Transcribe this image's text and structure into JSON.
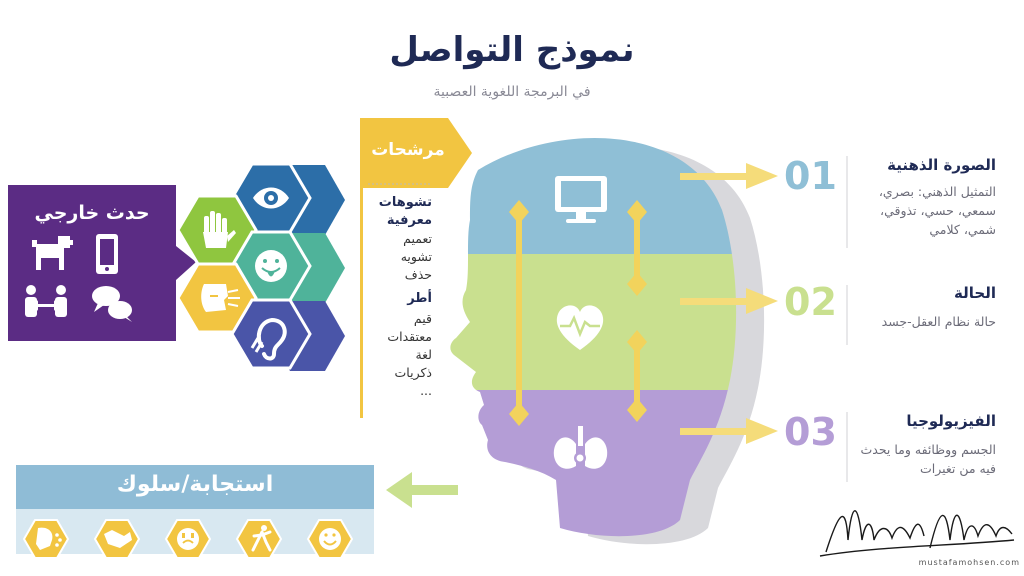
{
  "header": {
    "title": "نموذج التواصل",
    "subtitle": "في البرمجة اللغوية العصبية"
  },
  "external_event": {
    "title": "حدث خارجي"
  },
  "filters": {
    "title": "مرشحات",
    "groups": [
      {
        "heading": "تشوهات معرفية",
        "items": [
          "تعميم",
          "تشويه",
          "حذف"
        ]
      },
      {
        "heading": "أطر",
        "items": [
          "قيم",
          "معتقدات",
          "لغة",
          "ذكريات",
          "..."
        ]
      }
    ]
  },
  "outputs": [
    {
      "number": "01",
      "title": "الصورة الذهنية",
      "description": "التمثيل الذهني: بصري، سمعي، حسي، تذوقي، شمي، كلامي",
      "color": "#8fbfd6"
    },
    {
      "number": "02",
      "title": "الحالة",
      "description": "حالة نظام العقل-جسد",
      "color": "#c9e08f"
    },
    {
      "number": "03",
      "title": "الفيزيولوجيا",
      "description": "الجسم ووظائفه وما يحدث فيه من تغيرات",
      "color": "#b49dd6"
    }
  ],
  "response": {
    "title": "استجابة/سلوك"
  },
  "signature": {
    "name": "Mustafa Mohsen",
    "site": "mustafamohsen.com"
  },
  "colors": {
    "navy": "#1f2a55",
    "blue": "#8fbfd6",
    "green": "#c9e08f",
    "purple_band": "#b49dd6",
    "purple_box": "#5b2c84",
    "yellow": "#f2c541",
    "arrow_yellow": "#f5dc7a",
    "teal": "#4fb39a",
    "hex_blue": "#2c6ea8",
    "hex_indigo": "#4a55a8",
    "hex_green": "#8fc63f",
    "resp_blue": "#8fbcd6",
    "shadow": "#d8d8dc"
  },
  "icons": {
    "external_event": [
      "dog-icon",
      "phone-icon",
      "people-icon",
      "chat-icon"
    ],
    "senses": [
      "eye-icon",
      "hand-icon",
      "taste-icon",
      "smell-icon",
      "hearing-icon"
    ],
    "head": [
      "monitor-icon",
      "heart-icon",
      "lungs-icon"
    ],
    "responses": [
      "speaking-icon",
      "handshake-icon",
      "crying-icon",
      "running-icon",
      "smile-icon"
    ]
  }
}
